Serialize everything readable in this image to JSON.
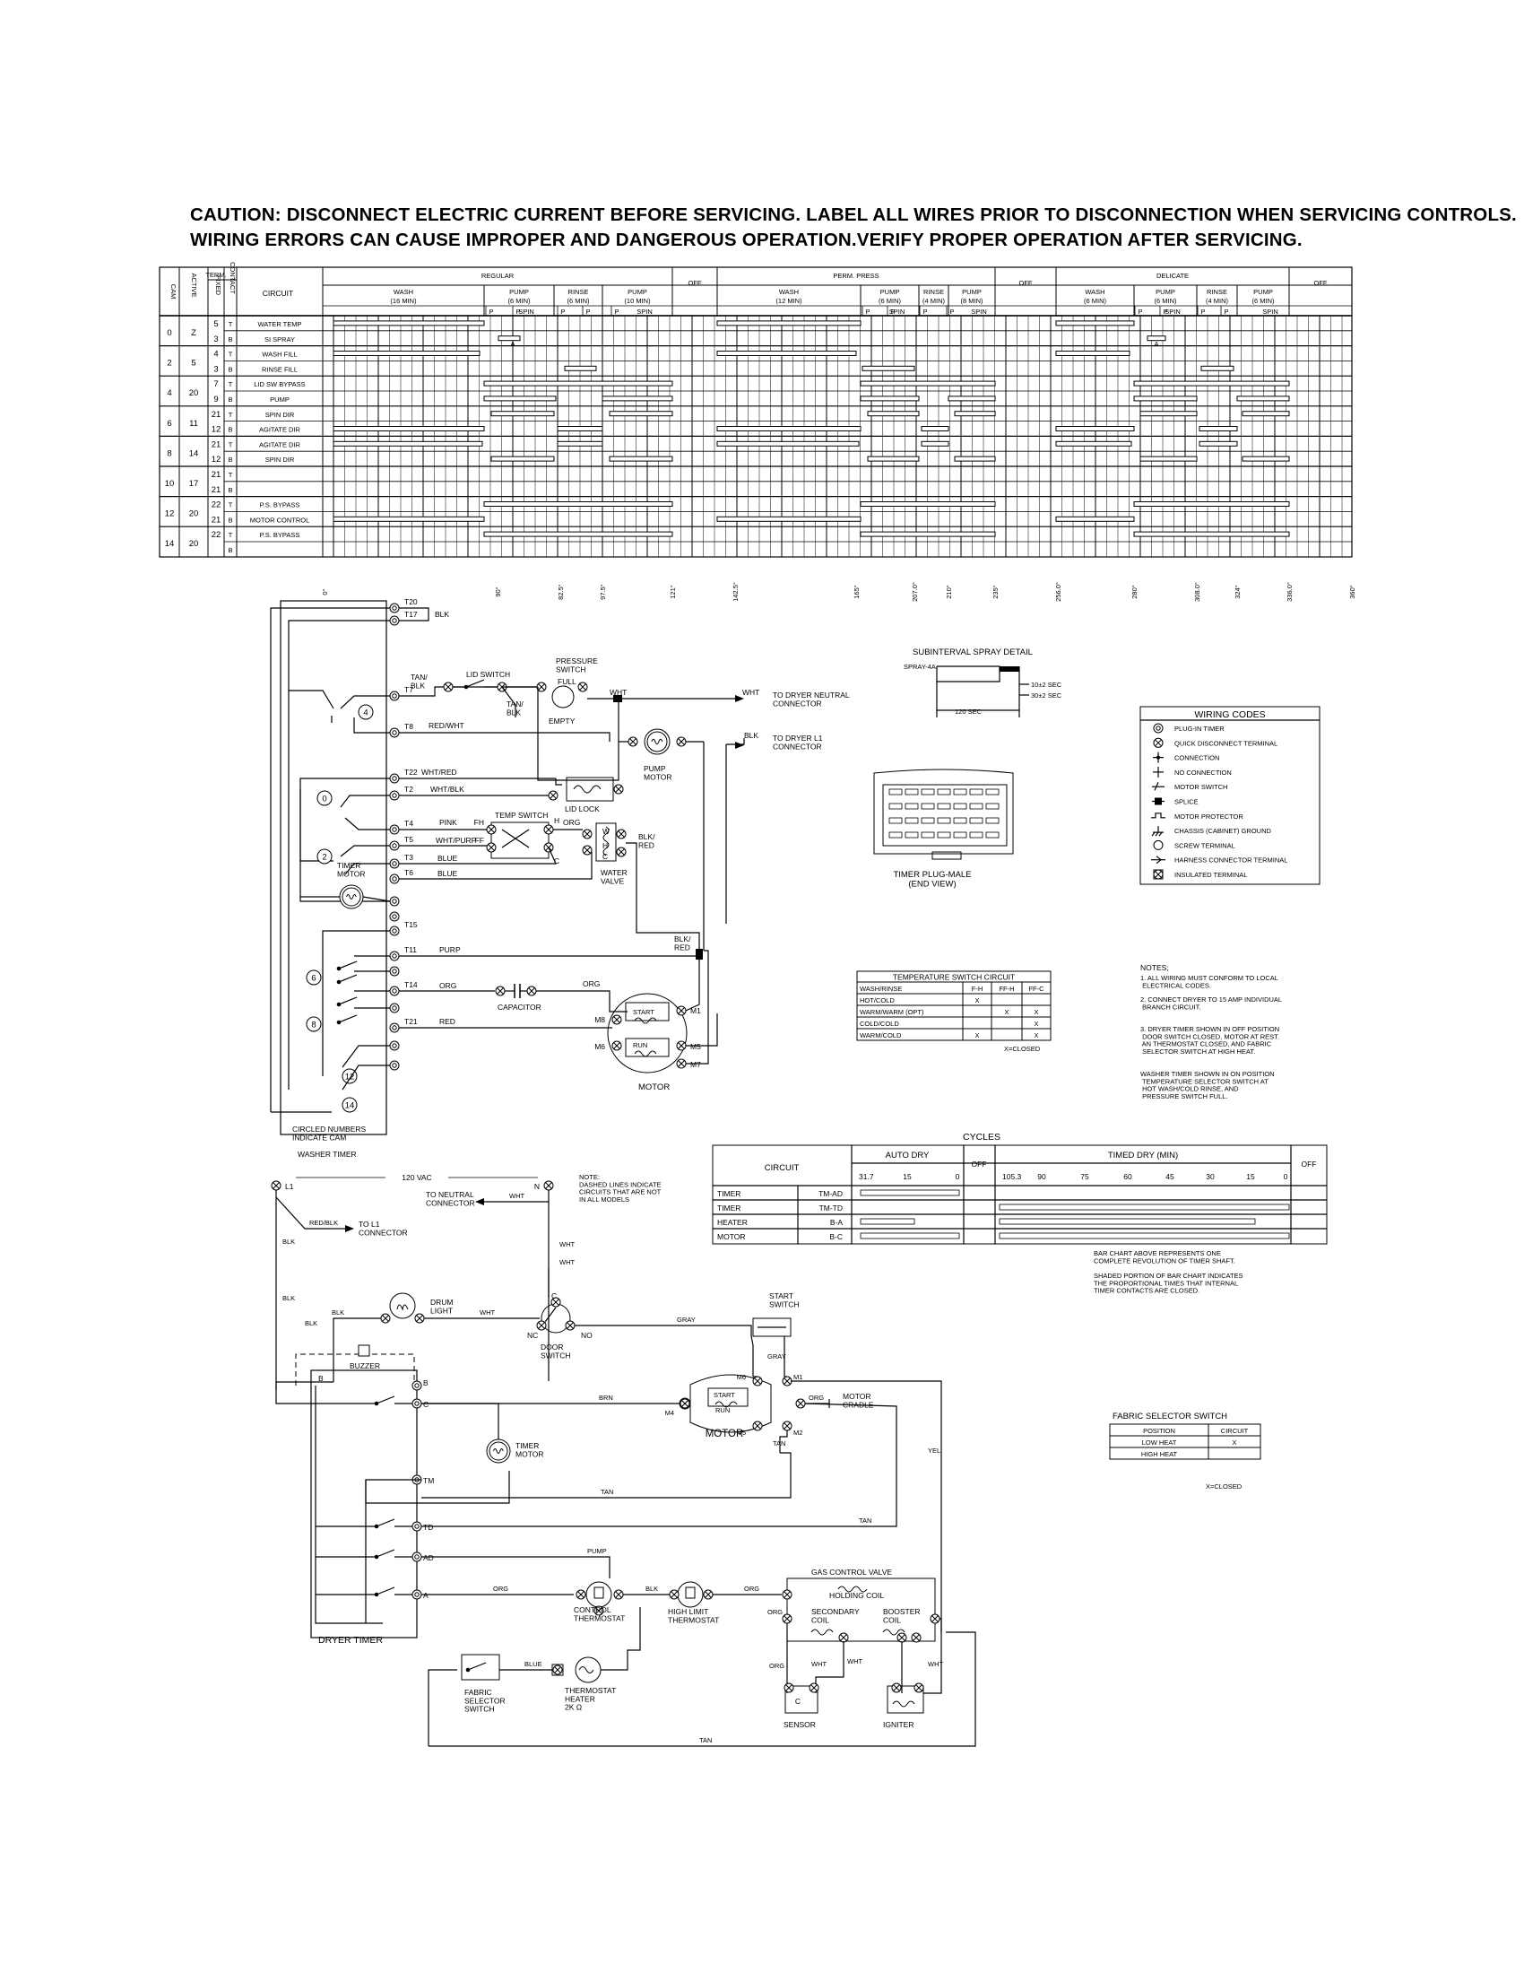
{
  "caution": {
    "line1": "CAUTION: DISCONNECT ELECTRIC CURRENT BEFORE SERVICING.  LABEL ALL WIRES PRIOR TO DISCONNECTION WHEN SERVICING CONTROLS.",
    "line2": "WIRING ERRORS CAN CAUSE IMPROPER AND DANGEROUS OPERATION.VERIFY PROPER OPERATION AFTER SERVICING."
  },
  "timer_chart": {
    "head_term": "TERM.",
    "head_cam": "CAM",
    "head_active": "ACTIVE",
    "head_fixed": "FIXED",
    "head_contact": "CONTACT",
    "head_circuit": "CIRCUIT",
    "groups": [
      "REGULAR",
      "OFF",
      "PERM. PRESS",
      "OFF",
      "DELICATE",
      "OFF"
    ],
    "steps": [
      {
        "name": "WASH",
        "time": "(16 MIN)"
      },
      {
        "name": "PUMP",
        "time": "(6 MIN)",
        "sub": "SPIN"
      },
      {
        "name": "RINSE",
        "time": "(6 MIN)"
      },
      {
        "name": "PUMP",
        "time": "(10 MIN)",
        "sub": "SPIN"
      },
      {
        "name": "WASH",
        "time": "(12 MIN)"
      },
      {
        "name": "PUMP",
        "time": "(6 MIN)",
        "sub": "SPIN"
      },
      {
        "name": "RINSE",
        "time": "(4 MIN)"
      },
      {
        "name": "PUMP",
        "time": "(8 MIN)",
        "sub": "SPIN"
      },
      {
        "name": "WASH",
        "time": "(6 MIN)"
      },
      {
        "name": "PUMP",
        "time": "(6 MIN)",
        "sub": "SPIN"
      },
      {
        "name": "RINSE",
        "time": "(4 MIN)"
      },
      {
        "name": "PUMP",
        "time": "(6 MIN)",
        "sub": "SPIN"
      }
    ],
    "p_label": "P",
    "a_label": "A",
    "rows": [
      {
        "cam": "0",
        "active": "Z",
        "term": "5",
        "ctype": "T",
        "circuit": "WATER TEMP"
      },
      {
        "cam": "",
        "active": "",
        "term": "3",
        "ctype": "B",
        "circuit": "SI SPRAY"
      },
      {
        "cam": "2",
        "active": "5",
        "term": "4",
        "ctype": "T",
        "circuit": "WASH FILL"
      },
      {
        "cam": "",
        "active": "",
        "term": "3",
        "ctype": "B",
        "circuit": "RINSE FILL"
      },
      {
        "cam": "4",
        "active": "20",
        "term": "7",
        "ctype": "T",
        "circuit": "LID SW BYPASS"
      },
      {
        "cam": "",
        "active": "",
        "term": "9",
        "ctype": "B",
        "circuit": "PUMP"
      },
      {
        "cam": "6",
        "active": "11",
        "term": "21",
        "ctype": "T",
        "circuit": "SPIN DIR"
      },
      {
        "cam": "",
        "active": "",
        "term": "12",
        "ctype": "B",
        "circuit": "AGITATE DIR"
      },
      {
        "cam": "8",
        "active": "14",
        "term": "21",
        "ctype": "T",
        "circuit": "AGITATE DIR"
      },
      {
        "cam": "",
        "active": "",
        "term": "12",
        "ctype": "B",
        "circuit": "SPIN DIR"
      },
      {
        "cam": "10",
        "active": "17",
        "term": "21",
        "ctype": "T",
        "circuit": ""
      },
      {
        "cam": "",
        "active": "",
        "term": "21",
        "ctype": "B",
        "circuit": ""
      },
      {
        "cam": "12",
        "active": "20",
        "term": "22",
        "ctype": "T",
        "circuit": "P.S. BYPASS"
      },
      {
        "cam": "",
        "active": "",
        "term": "21",
        "ctype": "B",
        "circuit": "MOTOR CONTROL"
      },
      {
        "cam": "14",
        "active": "20",
        "term": "22",
        "ctype": "T",
        "circuit": "P.S. BYPASS"
      },
      {
        "cam": "",
        "active": "",
        "term": "",
        "ctype": "B",
        "circuit": ""
      }
    ],
    "degrees": [
      "0°",
      "90°",
      "82.5°",
      "97.5°",
      "121°",
      "142.5°",
      "165°",
      "207.0°",
      "210°",
      "235°",
      "256.0°",
      "280°",
      "308.0°",
      "324°",
      "336.0°",
      "360°"
    ]
  },
  "washer": {
    "terminals": [
      "T20",
      "T17",
      "T7",
      "T8",
      "T22",
      "T2",
      "T4",
      "T5",
      "T3",
      "T6",
      "T15",
      "T11",
      "T14",
      "T21"
    ],
    "wires": {
      "blk": "BLK",
      "tan_blk": "TAN/\nBLK",
      "red_wht": "RED/WHT",
      "wht_red": "WHT/RED",
      "wht_blk": "WHT/BLK",
      "pink": "PINK",
      "wht_purp": "WHT/PURP",
      "blue1": "BLUE",
      "blue2": "BLUE",
      "purp": "PURP",
      "org1": "ORG",
      "org2": "ORG",
      "red": "RED",
      "wht": "WHT",
      "blk_red": "BLK/\nRED",
      "blk_red2": "BLK/\nRED"
    },
    "lid_switch": "LID SWITCH",
    "pressure_switch": "PRESSURE\nSWITCH",
    "full": "FULL",
    "empty": "EMPTY",
    "to_neutral": "TO DRYER NEUTRAL\nCONNECTOR",
    "to_l1": "TO DRYER L1\nCONNECTOR",
    "wht_label": "WHT",
    "blk_label": "BLK",
    "pump_motor": "PUMP\nMOTOR",
    "lid_lock": "LID LOCK",
    "temp_switch": "TEMP SWITCH",
    "water_valve": "WATER\nVALVE",
    "timer_motor": "TIMER\nMOTOR",
    "capacitor": "CAPACITOR",
    "start": "START",
    "run": "RUN",
    "motor": "MOTOR",
    "circled_numbers": "CIRCLED NUMBERS\nINDICATE CAM",
    "washer_timer": "WASHER TIMER",
    "cams": [
      "4",
      "0",
      "2",
      "6",
      "8",
      "12",
      "14"
    ],
    "term_m": [
      "M8",
      "M1",
      "M6",
      "M5",
      "M7"
    ],
    "fh": "FH",
    "ff": "FF",
    "h": "H",
    "c": "C",
    "w": "W"
  },
  "spray_detail": {
    "title": "SUBINTERVAL SPRAY DETAIL",
    "spray": "SPRAY-4A",
    "t1": "10±2 SEC",
    "t2": "30±2 SEC",
    "t3": "120 SEC"
  },
  "timer_plug": {
    "title": "TIMER PLUG-MALE\n(END VIEW)"
  },
  "wiring_codes": {
    "title": "WIRING CODES",
    "items": [
      "PLUG-IN TIMER",
      "QUICK DISCONNECT TERMINAL",
      "CONNECTION",
      "NO CONNECTION",
      "MOTOR SWITCH",
      "SPLICE",
      "MOTOR PROTECTOR",
      "CHASSIS (CABINET) GROUND",
      "SCREW TERMINAL",
      "HARNESS CONNECTOR TERMINAL",
      "INSULATED TERMINAL"
    ]
  },
  "temp_table": {
    "title": "TEMPERATURE SWITCH CIRCUIT",
    "headers": [
      "WASH/RINSE",
      "F-H",
      "FF-H",
      "FF-C"
    ],
    "rows": [
      [
        "HOT/COLD",
        "X",
        "",
        ""
      ],
      [
        "WARM/WARM (OPT)",
        "",
        "X",
        "X"
      ],
      [
        "COLD/COLD",
        "",
        "",
        "X"
      ],
      [
        "WARM/COLD",
        "X",
        "",
        "X"
      ]
    ],
    "note": "X=CLOSED"
  },
  "notes": {
    "title": "NOTES;",
    "items": [
      "1. ALL WIRING MUST CONFORM TO LOCAL\n    ELECTRICAL CODES.",
      "2. CONNECT DRYER TO 15 AMP INDIVIDUAL\n    BRANCH CIRCUIT.",
      "3. DRYER TIMER  SHOWN IN OFF POSITION\n    DOOR SWITCH CLOSED, MOTOR AT REST.\n    AN THERMOSTAT CLOSED, AND FABRIC\n    SELECTOR SWITCH AT HIGH HEAT.",
      "    WASHER TIMER SHOWN IN ON POSITION\n    TEMPERATURE SELECTOR SWITCH AT\n    HOT WASH/COLD RINSE, AND\n    PRESSURE SWITCH FULL."
    ]
  },
  "cycles": {
    "title": "CYCLES",
    "circuit": "CIRCUIT",
    "auto_dry": "AUTO DRY",
    "timed_dry": "TIMED DRY (MIN)",
    "off": "OFF",
    "auto_vals": [
      "31.7",
      "15",
      "0"
    ],
    "timed_vals": [
      "105.3",
      "90",
      "75",
      "60",
      "45",
      "30",
      "15",
      "0"
    ],
    "rows": [
      {
        "name": "TIMER",
        "code": "TM-AD"
      },
      {
        "name": "TIMER",
        "code": "TM-TD"
      },
      {
        "name": "HEATER",
        "code": "B-A"
      },
      {
        "name": "MOTOR",
        "code": "B-C"
      }
    ],
    "note1": "BAR CHART ABOVE REPRESENTS ONE\nCOMPLETE REVOLUTION OF TIMER SHAFT.",
    "note2": "SHADED PORTION OF BAR CHART INDICATES\nTHE PROPORTIONAL TIMES THAT INTERNAL\nTIMER CONTACTS ARE CLOSED."
  },
  "fabric_table": {
    "title": "FABRIC SELECTOR SWITCH",
    "headers": [
      "POSITION",
      "CIRCUIT"
    ],
    "rows": [
      [
        "LOW HEAT",
        "X"
      ],
      [
        "HIGH HEAT",
        ""
      ]
    ],
    "note": "X=CLOSED"
  },
  "dryer": {
    "l1": "L1",
    "n": "N",
    "vac": "120 VAC",
    "to_neutral": "TO NEUTRAL\nCONNECTOR",
    "to_l1": "TO L1\nCONNECTOR",
    "red_blk": "RED/BLK",
    "blk": "BLK",
    "wht": "WHT",
    "dashed_note": "NOTE:\nDASHED LINES INDICATE\nCIRCUITS THAT ARE NOT\nIN ALL MODELS",
    "drum_light": "DRUM\nLIGHT",
    "door_switch": "DOOR\nSWITCH",
    "nc": "NC",
    "no": "NO",
    "gray": "GRAY",
    "start_switch": "START\nSWITCH",
    "buzzer": "BUZZER",
    "brn": "BRN",
    "start": "START",
    "run": "RUN",
    "motor": "MOTOR",
    "motor_cradle": "MOTOR\nCRADLE",
    "yel": "YEL",
    "tan": "TAN",
    "timer_motor": "TIMER\nMOTOR",
    "pump": "PUMP",
    "org": "ORG",
    "control_thermostat": "CONTROL\nTHERMOSTAT",
    "high_limit": "HIGH LIMIT\nTHERMOSTAT",
    "gas_valve": "GAS CONTROL VALVE",
    "holding_coil": "HOLDING COIL",
    "secondary_coil": "SECONDARY\nCOIL",
    "booster_coil": "BOOSTER\nCOIL",
    "sensor": "SENSOR",
    "igniter": "IGNITER",
    "dryer_timer": "DRYER TIMER",
    "blue": "BLUE",
    "fabric_switch": "FABRIC\nSELECTOR\nSWITCH",
    "therm_heater": "THERMOSTAT\nHEATER\n2K Ω",
    "terms": [
      "B",
      "C",
      "TM",
      "TD",
      "AD",
      "A"
    ],
    "motor_terms": [
      "M6",
      "M1",
      "M4",
      "M5",
      "M2"
    ],
    "c_label": "C"
  }
}
